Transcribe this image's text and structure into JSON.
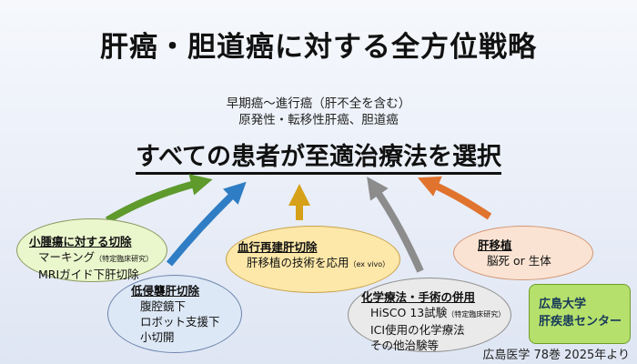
{
  "title": "肝癌・胆道癌に対する全方位戦略",
  "subtitle_line1": "早期癌〜進行癌（肝不全を含む）",
  "subtitle_line2": "原発性・転移性肝癌、胆道癌",
  "headline": "すべての患者が至適治療法を選択",
  "nodes": {
    "small_tumor": {
      "heading": "小腫瘍に対する切除",
      "line1": "マーキング",
      "line1_note": "（特定臨床研究）",
      "line2": "MRIガイド下肝切除"
    },
    "laparoscopic": {
      "heading": "低侵襲肝切除",
      "line1": "腹腔鏡下",
      "line2": "ロボット支援下",
      "line3": "小切開"
    },
    "vascular": {
      "heading": "血行再建肝切除",
      "line1": "肝移植の技術を応用",
      "line1_note": "（ex vivo）"
    },
    "chemo": {
      "heading": "化学療法・手術の併用",
      "line1": "HiSCO 13試験",
      "line1_note": "（特定臨床研究）",
      "line2": "ICI使用の化学療法",
      "line3": "その他治験等"
    },
    "transplant": {
      "heading": "肝移植",
      "line1": "脳死 or 生体"
    }
  },
  "org_label_line1": "広島大学",
  "org_label_line2": "肝疾患センター",
  "citation": "広島医学 78巻 2025年より",
  "colors": {
    "green_arrow": "#5e9a2c",
    "blue_arrow": "#2f7dc4",
    "yellow_arrow": "#d6a018",
    "gray_arrow": "#8c8c8c",
    "orange_arrow": "#e0732e"
  }
}
